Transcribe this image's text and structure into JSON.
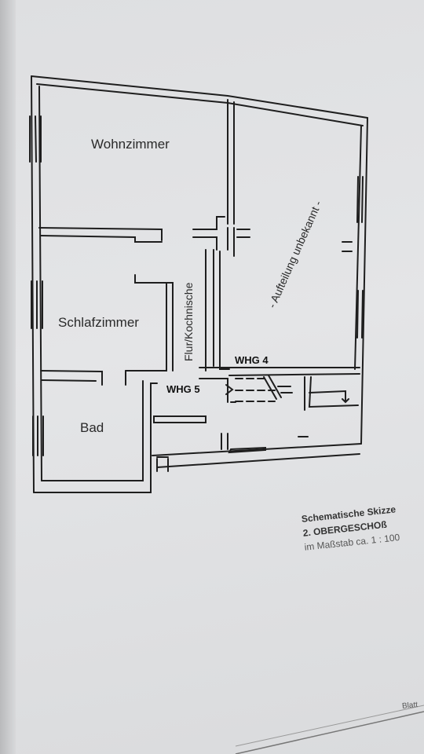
{
  "rooms": {
    "wohnzimmer": "Wohnzimmer",
    "schlafzimmer": "Schlafzimmer",
    "bad": "Bad",
    "flur": "Flur/Kochnische",
    "aufteilung": "- Aufteilung unbekannt -"
  },
  "units": {
    "whg4": "WHG 4",
    "whg5": "WHG 5"
  },
  "caption": {
    "line1": "Schematische Skizze",
    "line2": "2. OBERGESCHOß",
    "line3": "im Maßstab ca. 1 : 100"
  },
  "sheet_label": "Blatt"
}
